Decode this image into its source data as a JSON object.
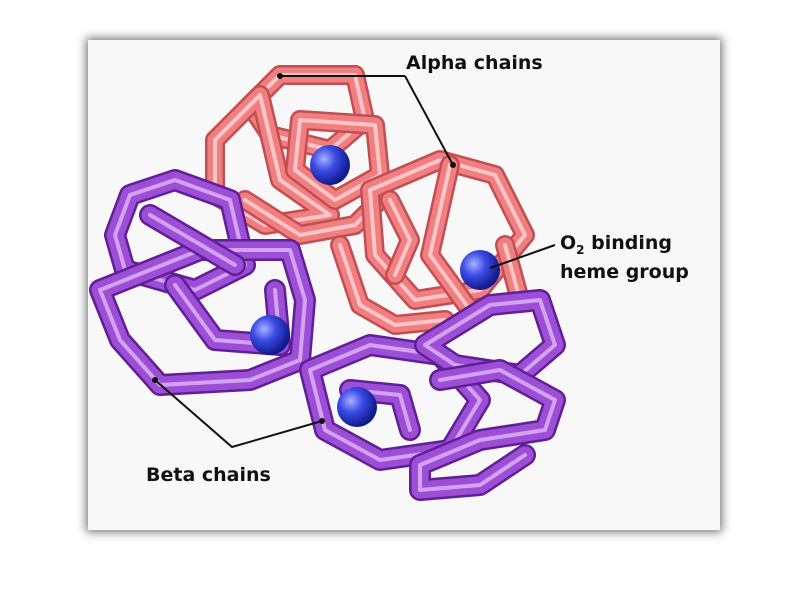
{
  "labels": {
    "alpha": "Alpha chains",
    "o2_symbol": "O",
    "o2_subscript": "2",
    "o2_rest": " binding",
    "heme_line2": "heme group",
    "beta": "Beta chains"
  },
  "colors": {
    "alpha_chain": "#f07f82",
    "alpha_edge": "#c34e52",
    "alpha_highlight": "#ffc5c6",
    "beta_chain": "#9c4fd6",
    "beta_edge": "#5f1f95",
    "beta_highlight": "#d3a3f2",
    "heme": "#2b3ad8",
    "heme_highlight": "#a9b2ff",
    "leader": "#111111",
    "panel": "#f8f8f8"
  },
  "icons": [
    "heme-group-icon",
    "protein-chain-icon"
  ]
}
